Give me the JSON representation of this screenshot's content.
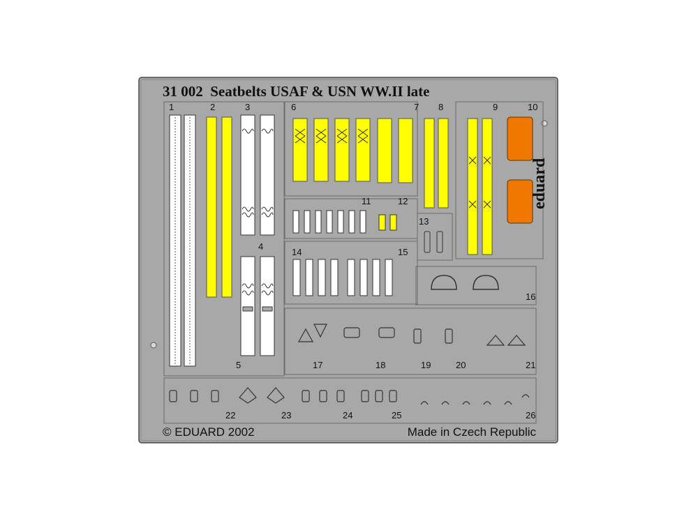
{
  "sheet": {
    "title": "31 002  Seatbelts USAF & USN WW.II late",
    "copyright": "© EDUARD 2002",
    "origin": "Made in Czech Republic",
    "brand": "eduard",
    "part_numbers": [
      "1",
      "2",
      "3",
      "4",
      "5",
      "6",
      "7",
      "8",
      "9",
      "10",
      "11",
      "12",
      "13",
      "14",
      "15",
      "16",
      "17",
      "18",
      "19",
      "20",
      "21",
      "22",
      "23",
      "24",
      "25",
      "26"
    ]
  },
  "colors": {
    "fret": "#a8a8a8",
    "fret_edge": "#4a4a4a",
    "yellow_belt": "#ffff00",
    "white_belt": "#ffffff",
    "orange_pad": "#f07800"
  }
}
